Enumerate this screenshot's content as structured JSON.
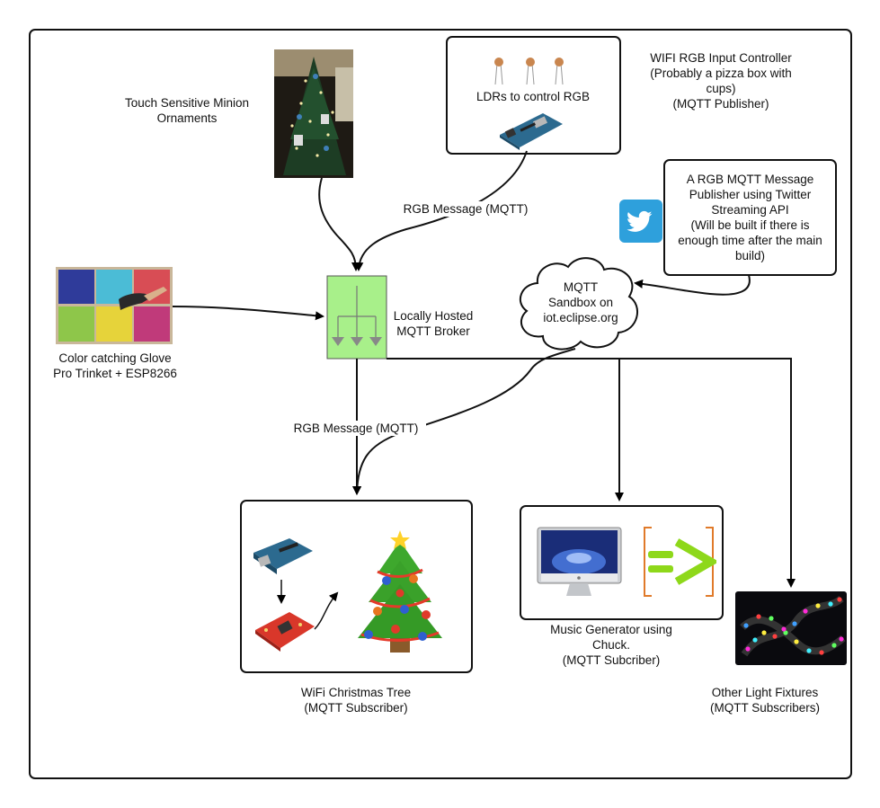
{
  "labels": {
    "touch_ornaments": [
      "Touch Sensitive Minion",
      "Ornaments"
    ],
    "ldrs": "LDRs to control RGB",
    "wifi_input": [
      "WIFI RGB Input Controller",
      "(Probably a pizza box with",
      "cups)",
      "(MQTT Publisher)"
    ],
    "twitter_publisher": [
      "A RGB MQTT Message",
      "Publisher using Twitter",
      "Streaming API",
      "(Will be built if there is",
      "enough time after the main",
      "build)"
    ],
    "rgb_msg_top": "RGB Message (MQTT)",
    "sandbox": [
      "MQTT",
      "Sandbox on",
      "iot.eclipse.org"
    ],
    "broker": [
      "Locally Hosted",
      "MQTT Broker"
    ],
    "glove": [
      "Color catching Glove",
      "Pro Trinket + ESP8266"
    ],
    "rgb_msg_bottom": "RGB Message (MQTT)",
    "music": [
      "Music Generator using",
      "Chuck.",
      "(MQTT Subcriber)"
    ],
    "tree": [
      "WiFi Christmas Tree",
      "(MQTT Subscriber)"
    ],
    "fixtures": [
      "Other Light Fixtures",
      "(MQTT Subscribers)"
    ]
  },
  "colors": {
    "broker_fill": "#a8f08a",
    "twitter_blue": "#2ea0dc",
    "chuck_green": "#8ed81a",
    "chuck_orange": "#e07a2a"
  },
  "icons": [
    "twitter-bird-icon",
    "arduino-board-icon",
    "wifi-shield-icon",
    "christmas-tree-icon",
    "imac-icon",
    "chuck-logo-icon",
    "ldr-sensor-icon"
  ]
}
